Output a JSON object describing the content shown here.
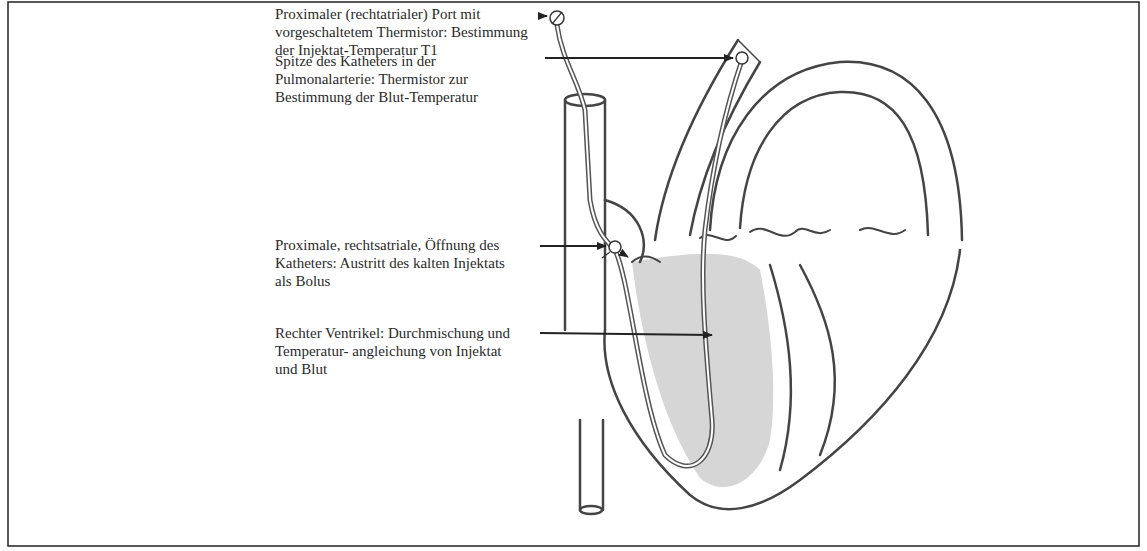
{
  "diagram": {
    "labels": [
      "Proximaler (rechtatrialer) Port mit vorgeschaltetem Thermistor: Bestimmung der Injektat-Temperatur T1",
      "Spitze des Katheters in der Pulmonalarterie: Thermistor zur Bestimmung der Blut-Temperatur",
      "Proximale, rechtsatriale, Öffnung des Katheters: Austritt des kalten Injektats als Bolus",
      "Rechter Ventrikel: Durchmischung und Temperatur- angleichung von Injektat und Blut"
    ]
  }
}
